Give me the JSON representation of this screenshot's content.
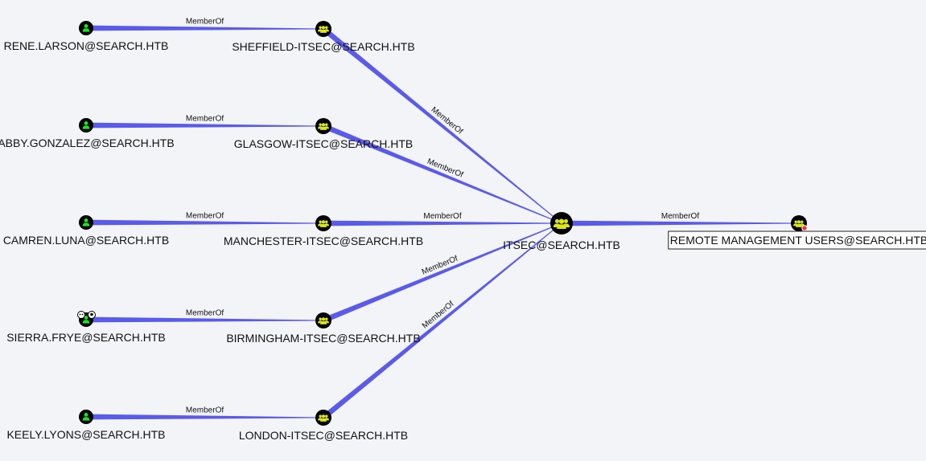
{
  "graph": {
    "nodes": [
      {
        "id": "u1",
        "label": "RENE.LARSON@SEARCH.HTB",
        "type": "user"
      },
      {
        "id": "u2",
        "label": "ABBY.GONZALEZ@SEARCH.HTB",
        "type": "user"
      },
      {
        "id": "u3",
        "label": "CAMREN.LUNA@SEARCH.HTB",
        "type": "user"
      },
      {
        "id": "u4",
        "label": "SIERRA.FRYE@SEARCH.HTB",
        "type": "user-owned"
      },
      {
        "id": "u5",
        "label": "KEELY.LYONS@SEARCH.HTB",
        "type": "user"
      },
      {
        "id": "g1",
        "label": "SHEFFIELD-ITSEC@SEARCH.HTB",
        "type": "group"
      },
      {
        "id": "g2",
        "label": "GLASGOW-ITSEC@SEARCH.HTB",
        "type": "group"
      },
      {
        "id": "g3",
        "label": "MANCHESTER-ITSEC@SEARCH.HTB",
        "type": "group"
      },
      {
        "id": "g4",
        "label": "BIRMINGHAM-ITSEC@SEARCH.HTB",
        "type": "group"
      },
      {
        "id": "g5",
        "label": "LONDON-ITSEC@SEARCH.HTB",
        "type": "group"
      },
      {
        "id": "hub",
        "label": "ITSEC@SEARCH.HTB",
        "type": "group-large"
      },
      {
        "id": "target",
        "label": "REMOTE MANAGEMENT USERS@SEARCH.HTB",
        "type": "group-target"
      }
    ],
    "edges": [
      {
        "from": "u1",
        "to": "g1",
        "label": "MemberOf"
      },
      {
        "from": "u2",
        "to": "g2",
        "label": "MemberOf"
      },
      {
        "from": "u3",
        "to": "g3",
        "label": "MemberOf"
      },
      {
        "from": "u4",
        "to": "g4",
        "label": "MemberOf"
      },
      {
        "from": "u5",
        "to": "g5",
        "label": "MemberOf"
      },
      {
        "from": "g1",
        "to": "hub",
        "label": "MemberOf"
      },
      {
        "from": "g2",
        "to": "hub",
        "label": "MemberOf"
      },
      {
        "from": "g3",
        "to": "hub",
        "label": "MemberOf"
      },
      {
        "from": "g4",
        "to": "hub",
        "label": "MemberOf"
      },
      {
        "from": "g5",
        "to": "hub",
        "label": "MemberOf"
      },
      {
        "from": "hub",
        "to": "target",
        "label": "MemberOf"
      }
    ],
    "colors": {
      "background": "#f2f4f8",
      "edge": "#5a5aec",
      "user_fill": "#17e625",
      "group_fill": "#dbe617",
      "node_outline": "#000000",
      "highvalue_marker": "#e53935"
    }
  }
}
